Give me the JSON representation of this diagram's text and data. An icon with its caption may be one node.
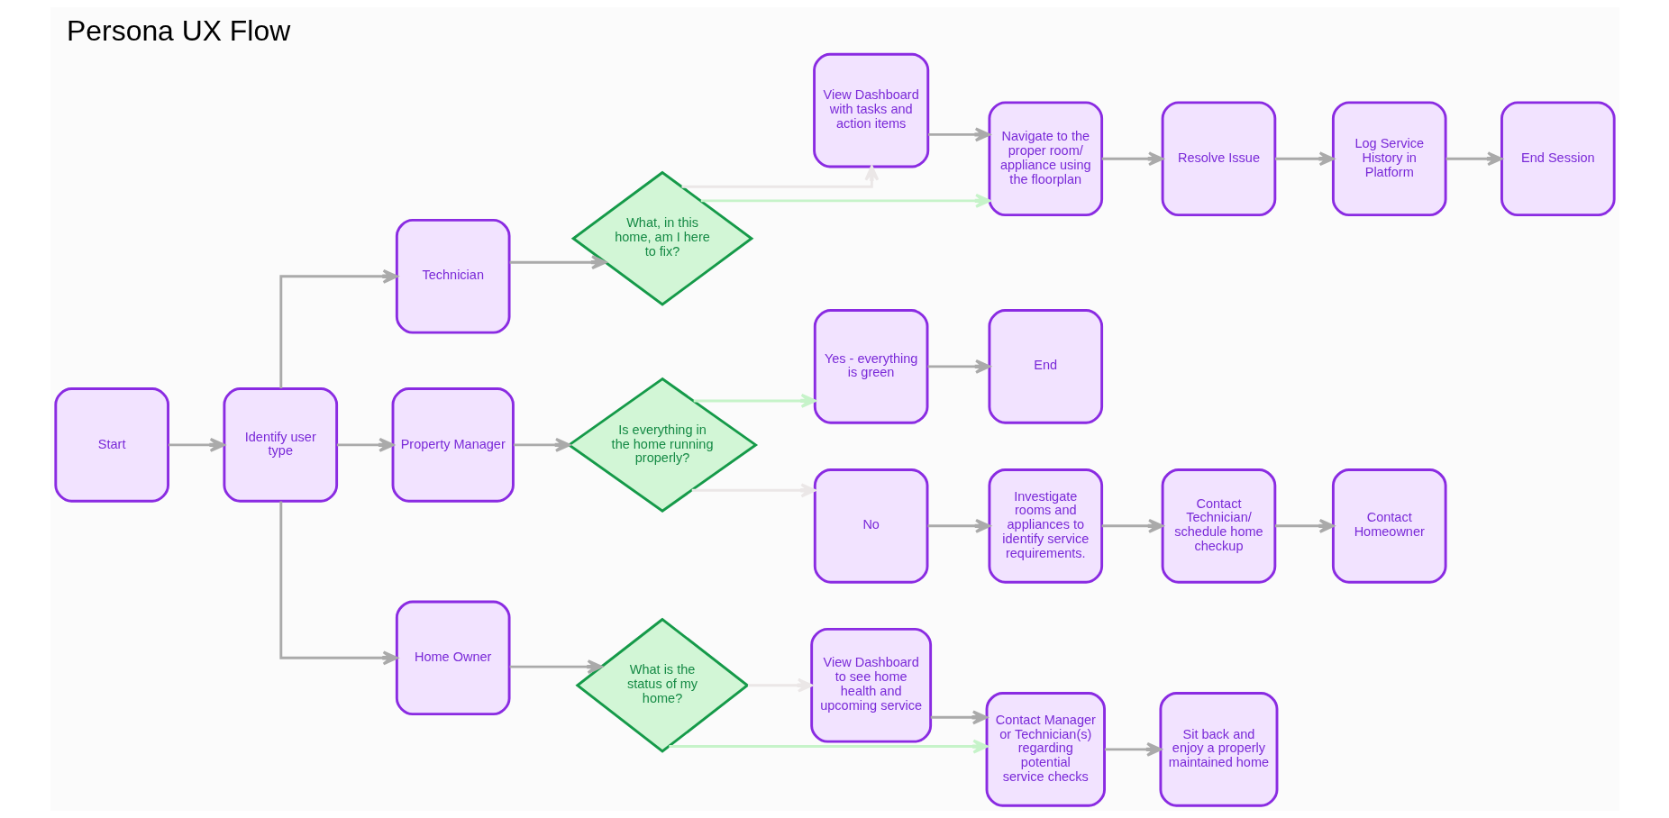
{
  "diagram": {
    "title": "Persona UX Flow",
    "nodes": [
      {
        "text": [
          "Start"
        ]
      },
      {
        "text": [
          "Identify user type"
        ]
      },
      {
        "text": [
          "Technician"
        ]
      },
      {
        "text": [
          "Property Manager"
        ]
      },
      {
        "text": [
          "Home Owner"
        ]
      },
      {
        "text": [
          "What, in this home, am I here to fix?"
        ]
      },
      {
        "text": [
          "View Dashboard with tasks and action items"
        ]
      },
      {
        "text": [
          "Navigate to the proper room/ appliance using the floorplan"
        ]
      },
      {
        "text": [
          "Resolve Issue"
        ]
      },
      {
        "text": [
          "Log Service History in Platform"
        ]
      },
      {
        "text": [
          "End Session"
        ]
      },
      {
        "text": [
          "Is everything in the home running properly?"
        ]
      },
      {
        "text": [
          "Yes - everything is green"
        ]
      },
      {
        "text": [
          "End"
        ]
      },
      {
        "text": [
          "No"
        ]
      },
      {
        "text": [
          "Investigate rooms and appliances to identify service requirements."
        ]
      },
      {
        "text": [
          "Contact Technician/ schedule home checkup"
        ]
      },
      {
        "text": [
          "Contact Homeowner"
        ]
      },
      {
        "text": [
          "What is the status of my home?"
        ]
      },
      {
        "text": [
          "View Dashboard to see home health and upcoming service"
        ]
      },
      {
        "text": [
          "Contact Manager or Technician(s) regarding potential service checks"
        ]
      },
      {
        "text": [
          "Sit back and enjoy a properly maintained home"
        ]
      }
    ],
    "edges": [
      {
        "from": 0,
        "to": 1,
        "arrow": "to"
      },
      {
        "from": 1,
        "to": 2,
        "arrow": "to"
      },
      {
        "from": 1,
        "to": 3,
        "arrow": "to"
      },
      {
        "from": 1,
        "to": 4,
        "arrow": "to"
      },
      {
        "from": 2,
        "to": 5,
        "arrow": "to"
      },
      {
        "from": 5,
        "to": 6,
        "arrow": "to",
        "color": "#ebe7e7"
      },
      {
        "from": 5,
        "to": 7,
        "arrow": "to",
        "color": "#c6f3c9"
      },
      {
        "from": 6,
        "to": 7,
        "arrow": "to"
      },
      {
        "from": 7,
        "to": 8,
        "arrow": "to"
      },
      {
        "from": 8,
        "to": 9,
        "arrow": "to"
      },
      {
        "from": 9,
        "to": 10,
        "arrow": "to"
      },
      {
        "from": 3,
        "to": 11,
        "arrow": "to"
      },
      {
        "from": 11,
        "to": 12,
        "arrow": "to",
        "color": "#c6f3c9"
      },
      {
        "from": 11,
        "to": 14,
        "arrow": "to",
        "color": "#ebe7e7"
      },
      {
        "from": 12,
        "to": 13,
        "arrow": "to"
      },
      {
        "from": 14,
        "to": 15,
        "arrow": "to"
      },
      {
        "from": 15,
        "to": 16,
        "arrow": "to"
      },
      {
        "from": 16,
        "to": 17,
        "arrow": "to"
      },
      {
        "from": 4,
        "to": 18,
        "arrow": "to"
      },
      {
        "from": 18,
        "to": 19,
        "arrow": "to",
        "color": "#ebe7e7"
      },
      {
        "from": 18,
        "to": 20,
        "arrow": "to",
        "color": "#c6f3c9"
      },
      {
        "from": 19,
        "to": 20,
        "arrow": "to"
      },
      {
        "from": 20,
        "to": 21,
        "arrow": "to"
      }
    ]
  }
}
